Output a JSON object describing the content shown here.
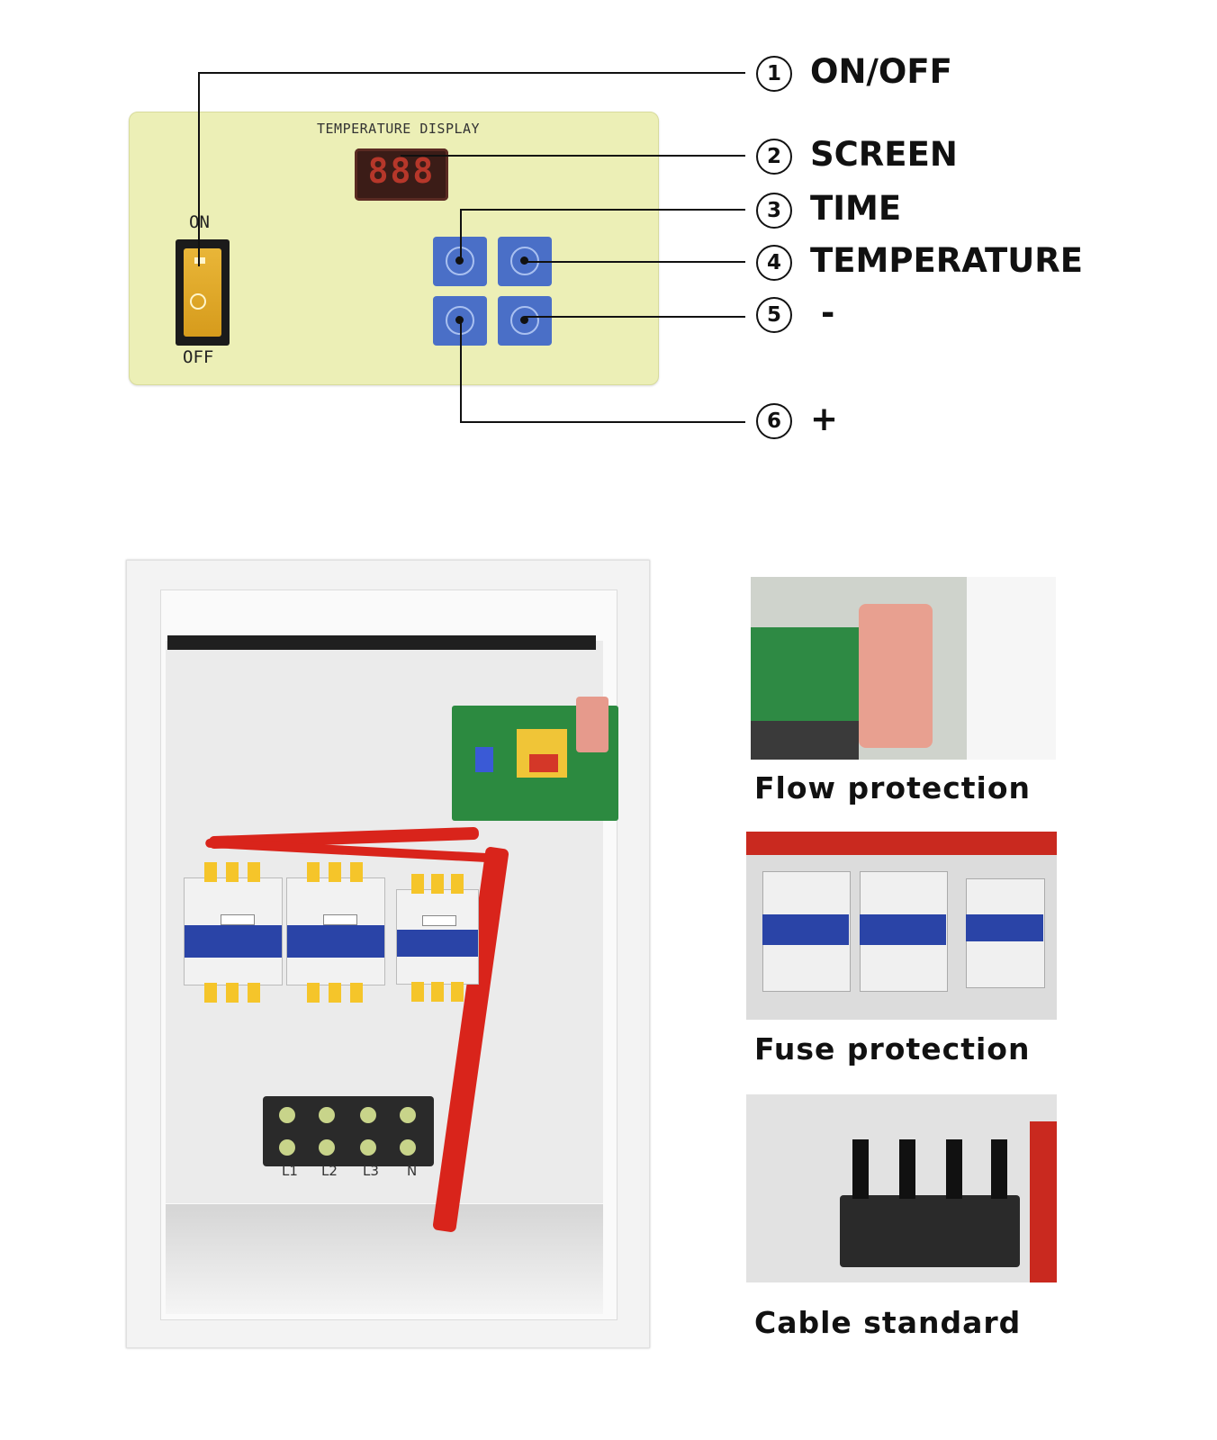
{
  "control_panel": {
    "title": "TEMPERATURE DISPLAY",
    "display_digits": "888",
    "switch_on_label": "ON",
    "switch_off_label": "OFF"
  },
  "callouts": [
    {
      "number": "1",
      "label": "ON/OFF"
    },
    {
      "number": "2",
      "label": "SCREEN"
    },
    {
      "number": "3",
      "label": "TIME"
    },
    {
      "number": "4",
      "label": "TEMPERATURE"
    },
    {
      "number": "5",
      "label": "-"
    },
    {
      "number": "6",
      "label": "+"
    }
  ],
  "detail_photos": [
    {
      "caption": "Flow protection"
    },
    {
      "caption": "Fuse protection"
    },
    {
      "caption": "Cable standard"
    }
  ],
  "terminal_labels": [
    "L1",
    "L2",
    "L3",
    "N"
  ],
  "colors": {
    "panel": "#ecefb6",
    "button": "#4a6fc7",
    "switch": "#e9b638",
    "display": "#3b1c17",
    "wire": "#d9241b",
    "pcb": "#2c8a40"
  }
}
